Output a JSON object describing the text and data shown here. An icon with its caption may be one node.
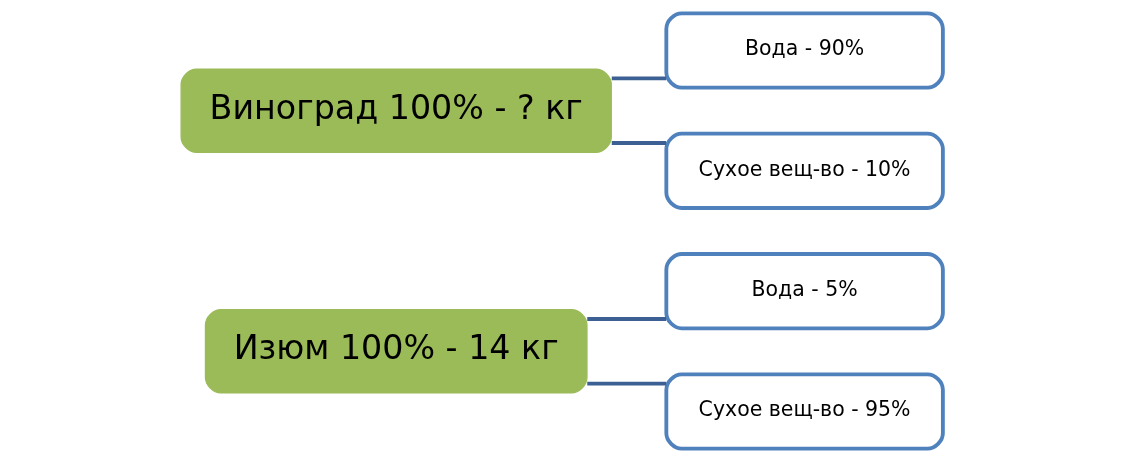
{
  "diagram": {
    "nodes": [
      {
        "text": [
          "Изюм 100% - 14 кг"
        ]
      },
      {
        "text": [
          "Вода - 5%"
        ]
      },
      {
        "text": [
          "Сухое вещ-во - 95%"
        ]
      },
      {
        "text": [
          "Виноград 100% - ? кг"
        ]
      },
      {
        "text": [
          "Вода - 90%"
        ]
      },
      {
        "text": [
          "Сухое вещ-во - 10%"
        ]
      }
    ],
    "edges": [
      {
        "from": 0,
        "to": 1,
        "arrow": "none"
      },
      {
        "from": 0,
        "to": 2,
        "arrow": "none"
      },
      {
        "from": 3,
        "to": 4,
        "arrow": "none"
      },
      {
        "from": 3,
        "to": 5,
        "arrow": "none"
      }
    ]
  }
}
